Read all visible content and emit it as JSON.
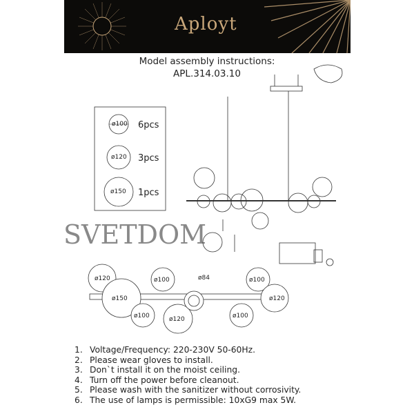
{
  "brand": "Aployt",
  "title": "Model assembly instructions:",
  "model": "APL.314.03.10",
  "legend": [
    {
      "size": "ø100",
      "count": "6pcs"
    },
    {
      "size": "ø120",
      "count": "3pcs"
    },
    {
      "size": "ø150",
      "count": "1pcs"
    }
  ],
  "top_view_labels": {
    "a": "ø120",
    "b": "ø150",
    "c": "ø100",
    "d": "ø120",
    "e": "ø100",
    "f": "ø84",
    "g": "ø100",
    "h": "ø100",
    "i": "ø120"
  },
  "notes": [
    {
      "n": "1.",
      "text": "Voltage/Frequency: 220-230V 50-60Hz."
    },
    {
      "n": "2.",
      "text": "Please wear gloves to install."
    },
    {
      "n": "3.",
      "text": "Don`t install it on the moist ceiling."
    },
    {
      "n": "4.",
      "text": "Turn off the power before cleanout."
    },
    {
      "n": "5.",
      "text": "Please wash with the sanitizer without corrosivity."
    },
    {
      "n": "6.",
      "text": "The use of lamps is permissible: 10xG9 max 5W."
    }
  ],
  "watermark": "SVETDOM"
}
